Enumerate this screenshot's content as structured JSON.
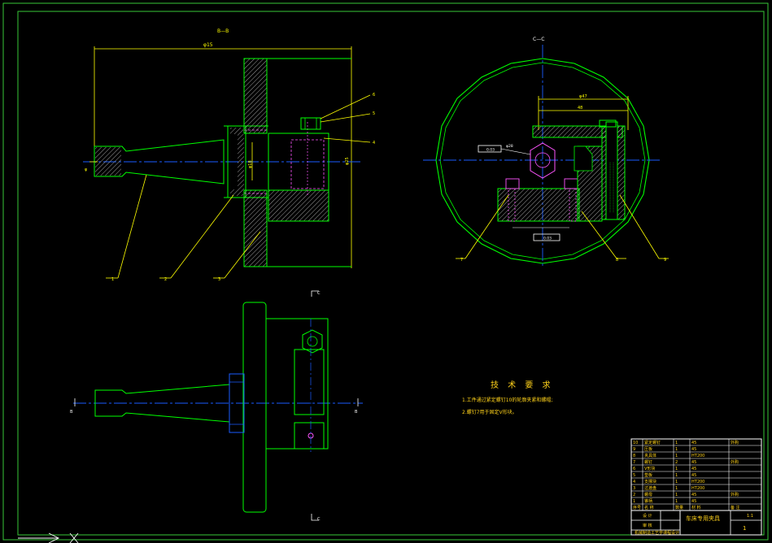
{
  "colors": {
    "background": "#000000",
    "outline": "#00ff00",
    "frame": "#37c837",
    "center": "#1a5cff",
    "dim": "#ffff00",
    "hatch": "#c8c8c8",
    "hidden": "#ff55ff",
    "white": "#ffffff",
    "text": "#ffd21a"
  },
  "view_labels": {
    "section_bb": "B—B",
    "section_cc": "C—C",
    "cut_c": "C",
    "cut_b": "B"
  },
  "dimensions": {
    "overall_length": "φ15",
    "left_diameter": "φ",
    "bore_diameter": "φ18",
    "right_height": "φ25",
    "top_width": "φ47",
    "inner_width": "48",
    "box_tolerance": "0.03",
    "hex_size": "φ28",
    "bottom_tolerance": "0.03"
  },
  "leader_numbers": {
    "n1": "1",
    "n2": "2",
    "n3": "3",
    "n4": "4",
    "n5": "5",
    "n6": "6",
    "n7": "7",
    "n8": "8",
    "n9": "9"
  },
  "tech_requirements": {
    "title": "技 术 要 求",
    "line1": "1.工件通过紧定螺钉10的轮廓夹紧和螺帽;",
    "line2": "2.螺钉7用于固定V形块。"
  },
  "title_block": {
    "fixture_name": "车床专用夹具",
    "scale": "1:1",
    "sheet": "1",
    "designer": "设 计",
    "checker": "审 核",
    "footer": "机械制造工艺学课程设计"
  },
  "parts_list": [
    {
      "no": "10",
      "name": "紧定螺钉",
      "qty": "1",
      "material": "45",
      "note": "外购"
    },
    {
      "no": "9",
      "name": "压板",
      "qty": "1",
      "material": "45",
      "note": ""
    },
    {
      "no": "8",
      "name": "夹具体",
      "qty": "1",
      "material": "HT200",
      "note": ""
    },
    {
      "no": "7",
      "name": "螺钉",
      "qty": "2",
      "material": "45",
      "note": "外购"
    },
    {
      "no": "6",
      "name": "V形块",
      "qty": "1",
      "material": "45",
      "note": ""
    },
    {
      "no": "5",
      "name": "垫板",
      "qty": "1",
      "material": "45",
      "note": ""
    },
    {
      "no": "4",
      "name": "支撑块",
      "qty": "1",
      "material": "HT200",
      "note": ""
    },
    {
      "no": "3",
      "name": "过渡盘",
      "qty": "1",
      "material": "HT200",
      "note": ""
    },
    {
      "no": "2",
      "name": "螺母",
      "qty": "1",
      "material": "45",
      "note": "外购"
    },
    {
      "no": "1",
      "name": "锥柄",
      "qty": "1",
      "material": "45",
      "note": ""
    }
  ],
  "parts_header": {
    "no": "序号",
    "name": "名 称",
    "qty": "数量",
    "material": "材 料",
    "note": "备 注"
  }
}
